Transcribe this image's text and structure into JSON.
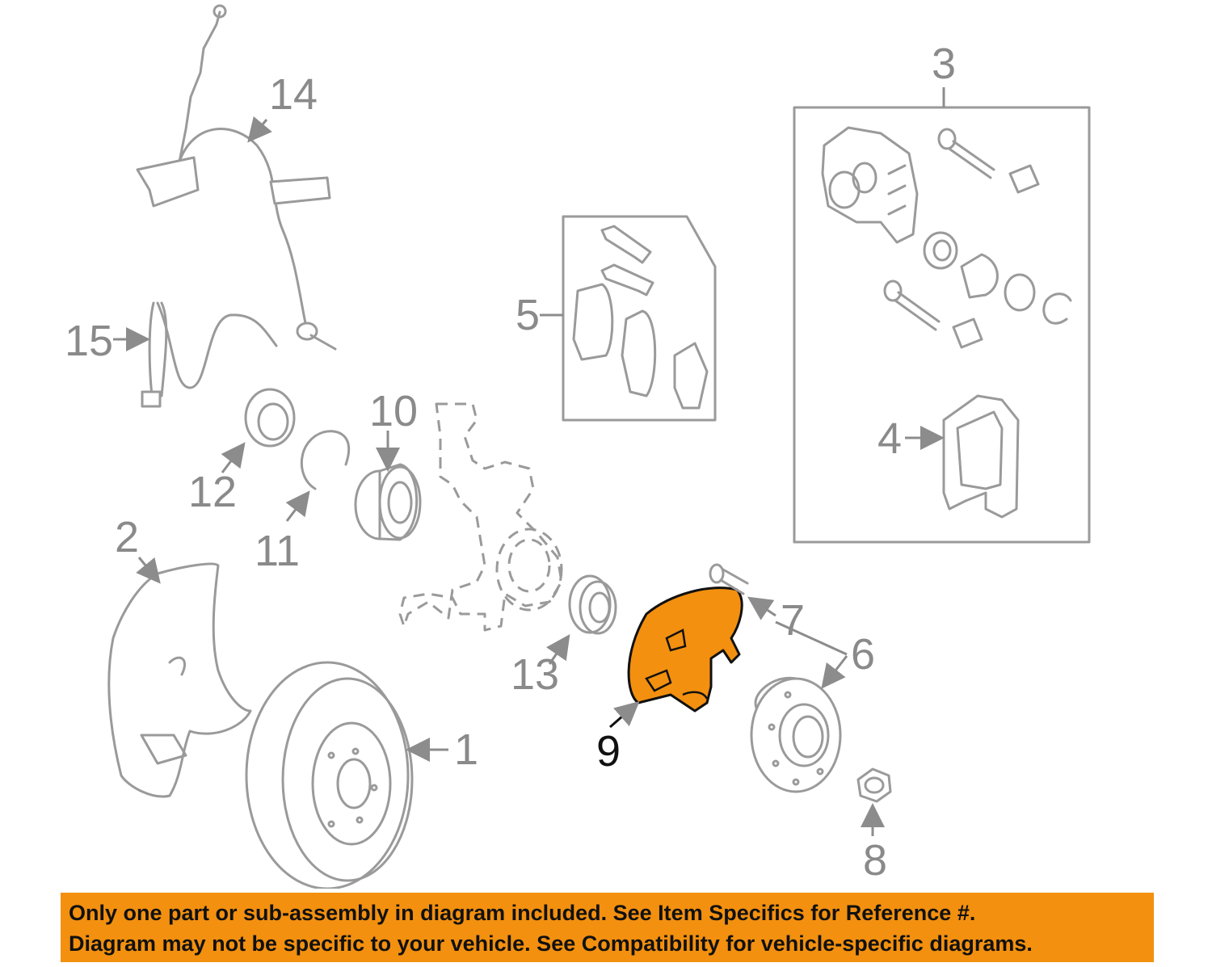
{
  "callouts": {
    "c1": "1",
    "c2": "2",
    "c3": "3",
    "c4": "4",
    "c5": "5",
    "c6": "6",
    "c7": "7",
    "c8": "8",
    "c9": "9",
    "c10": "10",
    "c11": "11",
    "c12": "12",
    "c13": "13",
    "c14": "14",
    "c15": "15"
  },
  "highlighted_part": "9",
  "colors": {
    "highlight": "#f3900f",
    "line": "#9a9a9a",
    "banner": "#f3900f"
  },
  "notice": {
    "line1": "Only one part or sub-assembly in diagram included. See Item Specifics for Reference #.",
    "line2": "Diagram may not be specific to your vehicle. See Compatibility for vehicle-specific diagrams."
  }
}
